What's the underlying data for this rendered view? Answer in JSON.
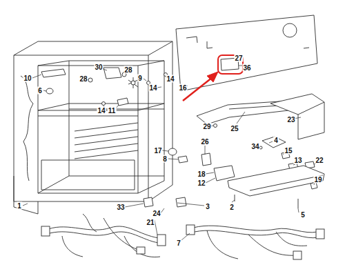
{
  "diagram": {
    "labels": [
      "27",
      "36",
      "30",
      "28",
      "10",
      "9",
      "14",
      "28",
      "6",
      "16",
      "14",
      "11",
      "14",
      "25",
      "29",
      "23",
      "26",
      "4",
      "34",
      "15",
      "17",
      "8",
      "13",
      "22",
      "18",
      "12",
      "19",
      "2",
      "3",
      "33",
      "5",
      "1",
      "24",
      "21",
      "7"
    ]
  }
}
